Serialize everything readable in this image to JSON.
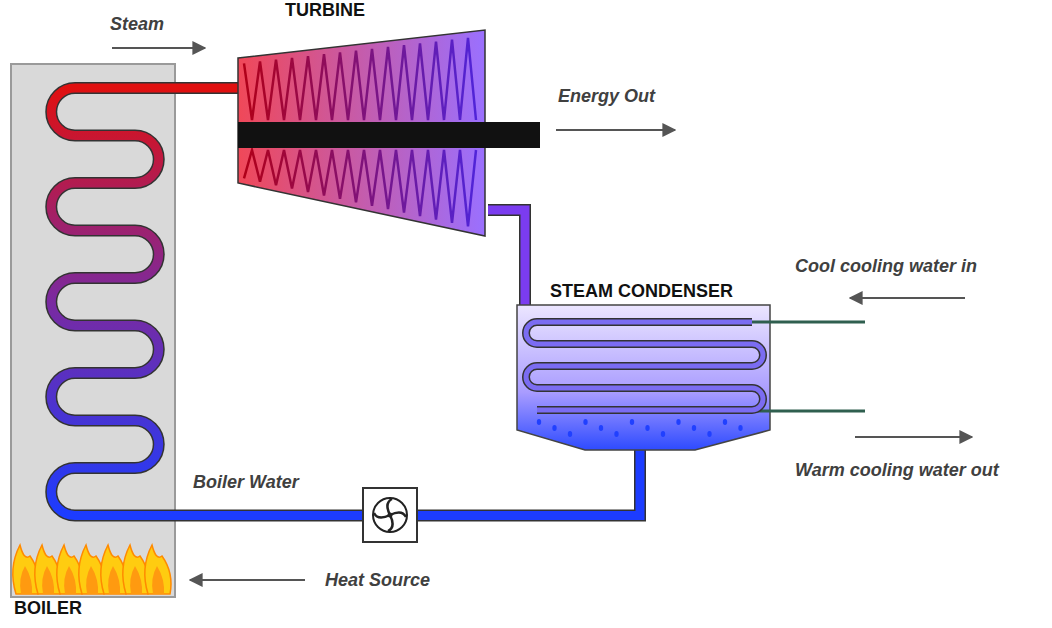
{
  "diagram": {
    "nodes": [
      {
        "text": [
          "BOILER"
        ]
      },
      {
        "text": [
          "TURBINE"
        ]
      },
      {
        "text": [
          "STEAM CONDENSER"
        ]
      }
    ],
    "edges": [
      {
        "from": 0,
        "to": 1,
        "label": "Steam",
        "arrow": "none"
      },
      {
        "from": 1,
        "to": 2,
        "arrow": "none"
      },
      {
        "from": 2,
        "to": 0,
        "label": "Boiler Water",
        "arrow": "none"
      }
    ],
    "labels": [
      "Energy Out",
      "Cool cooling water in",
      "Warm cooling water out",
      "Heat Source"
    ]
  }
}
